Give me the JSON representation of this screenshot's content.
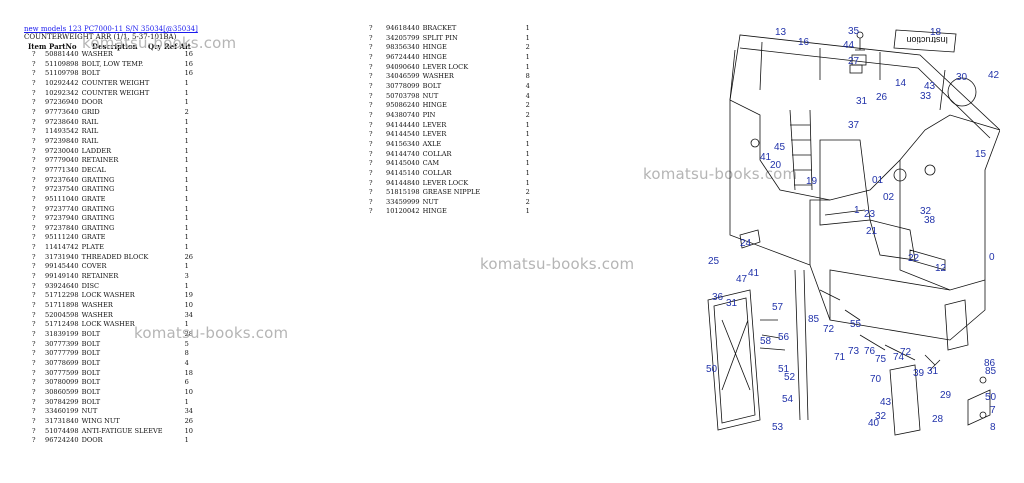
{
  "breadcrumb_link": "new models 123 PC7000-11 S/N 35034[@35034]",
  "section_title": "COUNTERWEIGHT ARR (1/1, 5-37-101BA)",
  "headers": {
    "item": "Item",
    "part_no": "PartNo",
    "description": "Description",
    "qty": "Qty Ref Alt"
  },
  "left_rows": [
    [
      "?",
      "50881440",
      "WASHER",
      "16"
    ],
    [
      "?",
      "51109898",
      "BOLT, LOW TEMP.",
      "16"
    ],
    [
      "?",
      "51109798",
      "BOLT",
      "16"
    ],
    [
      "?",
      "10292442",
      "COUNTER WEIGHT",
      "1"
    ],
    [
      "?",
      "10292342",
      "COUNTER WEIGHT",
      "1"
    ],
    [
      "?",
      "97236940",
      "DOOR",
      "1"
    ],
    [
      "?",
      "97773640",
      "GRID",
      "2"
    ],
    [
      "?",
      "97238640",
      "RAIL",
      "1"
    ],
    [
      "?",
      "11493542",
      "RAIL",
      "1"
    ],
    [
      "?",
      "97239840",
      "RAIL",
      "1"
    ],
    [
      "?",
      "97230040",
      "LADDER",
      "1"
    ],
    [
      "?",
      "97779040",
      "RETAINER",
      "1"
    ],
    [
      "?",
      "97771340",
      "DECAL",
      "1"
    ],
    [
      "?",
      "97237640",
      "GRATING",
      "1"
    ],
    [
      "?",
      "97237540",
      "GRATING",
      "1"
    ],
    [
      "?",
      "95111040",
      "GRATE",
      "1"
    ],
    [
      "?",
      "97237740",
      "GRATING",
      "1"
    ],
    [
      "?",
      "97237940",
      "GRATING",
      "1"
    ],
    [
      "?",
      "97237840",
      "GRATING",
      "1"
    ],
    [
      "?",
      "95111240",
      "GRATE",
      "1"
    ],
    [
      "?",
      "11414742",
      "PLATE",
      "1"
    ],
    [
      "?",
      "31731940",
      "THREADED BLOCK",
      "26"
    ],
    [
      "?",
      "99145440",
      "COVER",
      "1"
    ],
    [
      "?",
      "99149140",
      "RETAINER",
      "3"
    ],
    [
      "?",
      "93924640",
      "DISC",
      "1"
    ],
    [
      "?",
      "51712298",
      "LOCK WASHER",
      "19"
    ],
    [
      "?",
      "51711898",
      "WASHER",
      "10"
    ],
    [
      "?",
      "52004598",
      "WASHER",
      "34"
    ],
    [
      "?",
      "51712498",
      "LOCK WASHER",
      "1"
    ],
    [
      "?",
      "31839199",
      "BOLT",
      "28"
    ],
    [
      "?",
      "30777399",
      "BOLT",
      "5"
    ],
    [
      "?",
      "30777799",
      "BOLT",
      "8"
    ],
    [
      "?",
      "30778699",
      "BOLT",
      "4"
    ],
    [
      "?",
      "30777599",
      "BOLT",
      "18"
    ],
    [
      "?",
      "30780099",
      "BOLT",
      "6"
    ],
    [
      "?",
      "30860599",
      "BOLT",
      "10"
    ],
    [
      "?",
      "30784299",
      "BOLT",
      "1"
    ],
    [
      "?",
      "33460199",
      "NUT",
      "34"
    ],
    [
      "?",
      "31731840",
      "WING NUT",
      "26"
    ],
    [
      "?",
      "51074498",
      "ANTI-FATIGUE SLEEVE",
      "10"
    ],
    [
      "?",
      "96724240",
      "DOOR",
      "1"
    ]
  ],
  "right_rows": [
    [
      "?",
      "94618440",
      "BRACKET",
      "1"
    ],
    [
      "?",
      "34205799",
      "SPLIT PIN",
      "1"
    ],
    [
      "?",
      "98356340",
      "HINGE",
      "2"
    ],
    [
      "?",
      "96724440",
      "HINGE",
      "1"
    ],
    [
      "?",
      "94090640",
      "LEVER LOCK",
      "1"
    ],
    [
      "?",
      "34046599",
      "WASHER",
      "8"
    ],
    [
      "?",
      "30778099",
      "BOLT",
      "4"
    ],
    [
      "?",
      "50703798",
      "NUT",
      "4"
    ],
    [
      "?",
      "95086240",
      "HINGE",
      "2"
    ],
    [
      "?",
      "94380740",
      "PIN",
      "2"
    ],
    [
      "?",
      "94144440",
      "LEVER",
      "1"
    ],
    [
      "?",
      "94144540",
      "LEVER",
      "1"
    ],
    [
      "?",
      "94156340",
      "AXLE",
      "1"
    ],
    [
      "?",
      "94144740",
      "COLLAR",
      "1"
    ],
    [
      "?",
      "94145040",
      "CAM",
      "1"
    ],
    [
      "?",
      "94145140",
      "COLLAR",
      "1"
    ],
    [
      "?",
      "94144840",
      "LEVER LOCK",
      "1"
    ],
    [
      "?",
      "51815198",
      "GREASE NIPPLE",
      "2"
    ],
    [
      "?",
      "33459999",
      "NUT",
      "2"
    ],
    [
      "?",
      "10120042",
      "HINGE",
      "1"
    ]
  ],
  "watermark": "komatsu-books.com",
  "diagram": {
    "plate_text": "Instruction",
    "callouts": [
      "13",
      "16",
      "35",
      "44",
      "18",
      "27",
      "30",
      "42",
      "14",
      "43",
      "33",
      "26",
      "31",
      "37",
      "45",
      "41",
      "20",
      "19",
      "15",
      "01",
      "02",
      "1",
      "38",
      "32",
      "23",
      "21",
      "22",
      "12",
      "25",
      "24",
      "47",
      "41",
      "36",
      "31",
      "57",
      "56",
      "85",
      "58",
      "55",
      "72",
      "71",
      "73",
      "76",
      "75",
      "70",
      "74",
      "72",
      "39",
      "31",
      "29",
      "50",
      "51",
      "52",
      "53",
      "54",
      "43",
      "32",
      "40",
      "28",
      "85",
      "86",
      "50",
      "8",
      "7",
      "0"
    ]
  }
}
